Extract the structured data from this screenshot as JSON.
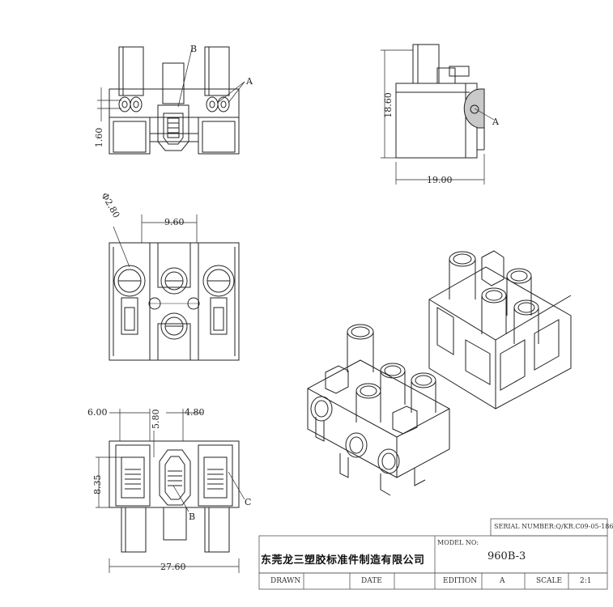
{
  "dimensions": {
    "front_height": "1.60",
    "side_height": "18.60",
    "side_width": "19.00",
    "hole_diameter": "Φ2.80",
    "pitch": "9.60",
    "bottom_6": "6.00",
    "bottom_4_8": "4.80",
    "bottom_5_8": "5.80",
    "bottom_8_35": "8.35",
    "overall_width": "27.60"
  },
  "callouts": {
    "a": "A",
    "b": "B",
    "c": "C"
  },
  "title_block": {
    "serial_label": "SERIAL NUMBER:",
    "serial_value": "Q/KR.C09-05-186",
    "company": "东莞龙三塑胶标准件制造有限公司",
    "model_label": "MODEL NO:",
    "model_value": "960B-3",
    "drawn_label": "DRAWN",
    "date_label": "DATE",
    "edition_label": "EDITION",
    "edition_value": "A",
    "scale_label": "SCALE",
    "scale_value": "2:1"
  }
}
